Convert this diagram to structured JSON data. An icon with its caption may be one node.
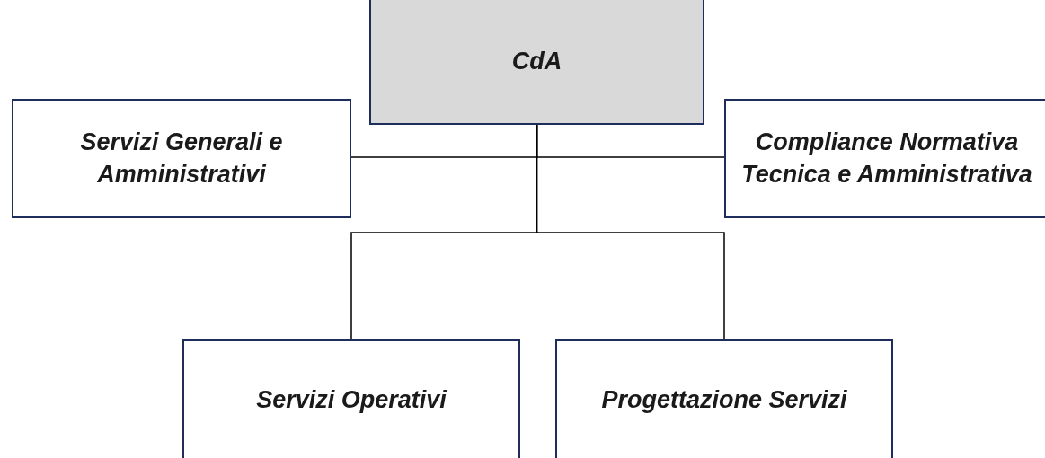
{
  "diagram": {
    "nodes": [
      {
        "text": [
          "CdA"
        ]
      },
      {
        "text": [
          "Servizi Generali e Amministrativi"
        ]
      },
      {
        "text": [
          "Compliance Normativa Tecnica e Amministrativa"
        ]
      },
      {
        "text": [
          "Servizi Operativi"
        ]
      },
      {
        "text": [
          "Progettazione Servizi"
        ]
      }
    ],
    "edges": [
      {
        "from": 0,
        "to": 1,
        "arrow": "none"
      },
      {
        "from": 0,
        "to": 2,
        "arrow": "none"
      },
      {
        "from": 0,
        "to": 3,
        "arrow": "none"
      },
      {
        "from": 0,
        "to": 4,
        "arrow": "none"
      }
    ]
  }
}
